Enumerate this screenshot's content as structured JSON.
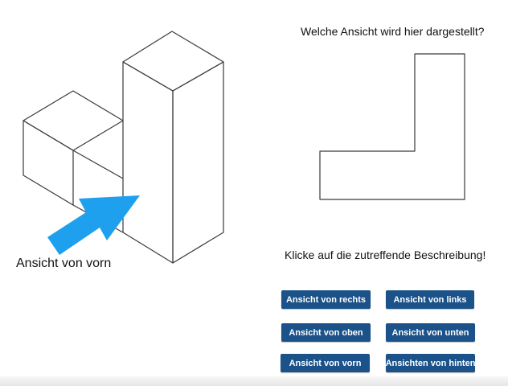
{
  "figure": {
    "front_label": "Ansicht von vorn",
    "arrow_color": "#1ea0ee",
    "line_color": "#3a3a3a"
  },
  "quiz": {
    "question": "Welche Ansicht wird hier dargestellt?",
    "instruction": "Klicke auf die zutreffende Beschreibung!",
    "button_color": "#1a5289",
    "options": [
      "Ansicht von rechts",
      "Ansicht von links",
      "Ansicht von oben",
      "Ansicht von unten",
      "Ansicht von vorn",
      "Ansichten von hinten"
    ]
  }
}
